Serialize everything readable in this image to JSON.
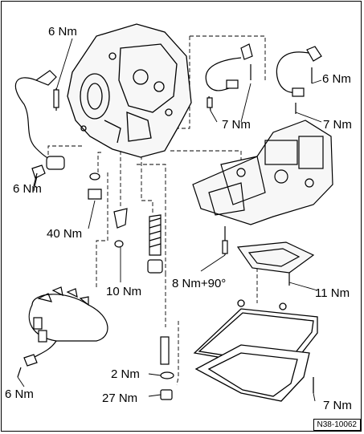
{
  "diagram": {
    "reference_code": "N38-10062",
    "torque_labels": {
      "hose_bolt_top": "6 Nm",
      "sensor_a_bolt": "7 Nm",
      "sensor_b_bolt": "6 Nm",
      "sensor_b_mount": "7 Nm",
      "harness_plug_bolt": "6 Nm",
      "drain_plug": "40 Nm",
      "valve_body_screw": "8 Nm+90°",
      "filter_screw": "11 Nm",
      "pipe_fitting": "10 Nm",
      "level_tube": "2 Nm",
      "pan_plug": "27 Nm",
      "harness_lower_bolt": "6 Nm",
      "pan_bolt": "7 Nm"
    }
  }
}
